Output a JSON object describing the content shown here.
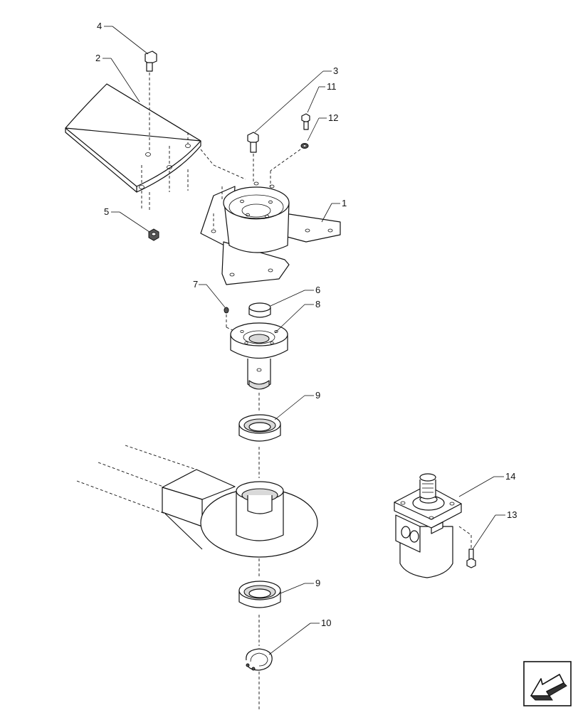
{
  "diagram": {
    "callouts": [
      {
        "id": "c1",
        "label": "1"
      },
      {
        "id": "c2",
        "label": "2"
      },
      {
        "id": "c3",
        "label": "3"
      },
      {
        "id": "c4",
        "label": "4"
      },
      {
        "id": "c5",
        "label": "5"
      },
      {
        "id": "c6",
        "label": "6"
      },
      {
        "id": "c7",
        "label": "7"
      },
      {
        "id": "c8",
        "label": "8"
      },
      {
        "id": "c9a",
        "label": "9"
      },
      {
        "id": "c9b",
        "label": "9"
      },
      {
        "id": "c10",
        "label": "10"
      },
      {
        "id": "c11",
        "label": "11"
      },
      {
        "id": "c12",
        "label": "12"
      },
      {
        "id": "c13",
        "label": "13"
      },
      {
        "id": "c14",
        "label": "14"
      }
    ],
    "nav_icon": "back-arrow-icon"
  }
}
